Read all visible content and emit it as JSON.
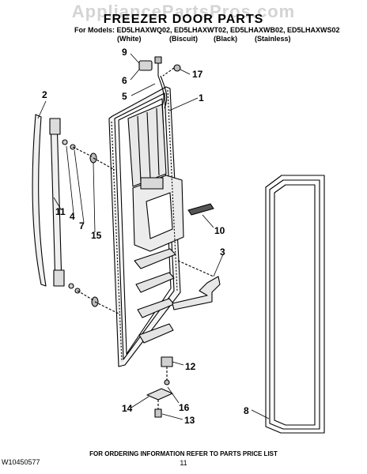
{
  "watermark": "AppliancePartsPros.com",
  "title": "FREEZER DOOR PARTS",
  "models_line": "For Models: ED5LHAXWQ02, ED5LHAXWT02, ED5LHAXWB02, ED5LHAXWS02",
  "variants": [
    "(White)",
    "(Biscuit)",
    "(Black)",
    "(Stainless)"
  ],
  "callouts": {
    "c9": "9",
    "c6": "6",
    "c5": "5",
    "c17": "17",
    "c1": "1",
    "c2": "2",
    "c11": "11",
    "c4": "4",
    "c7": "7",
    "c15": "15",
    "c10": "10",
    "c3": "3",
    "c12": "12",
    "c16": "16",
    "c14": "14",
    "c13": "13",
    "c8": "8"
  },
  "footer": {
    "doc_number": "W10450577",
    "ordering_note": "FOR ORDERING INFORMATION REFER TO PARTS PRICE LIST",
    "page": "11"
  }
}
